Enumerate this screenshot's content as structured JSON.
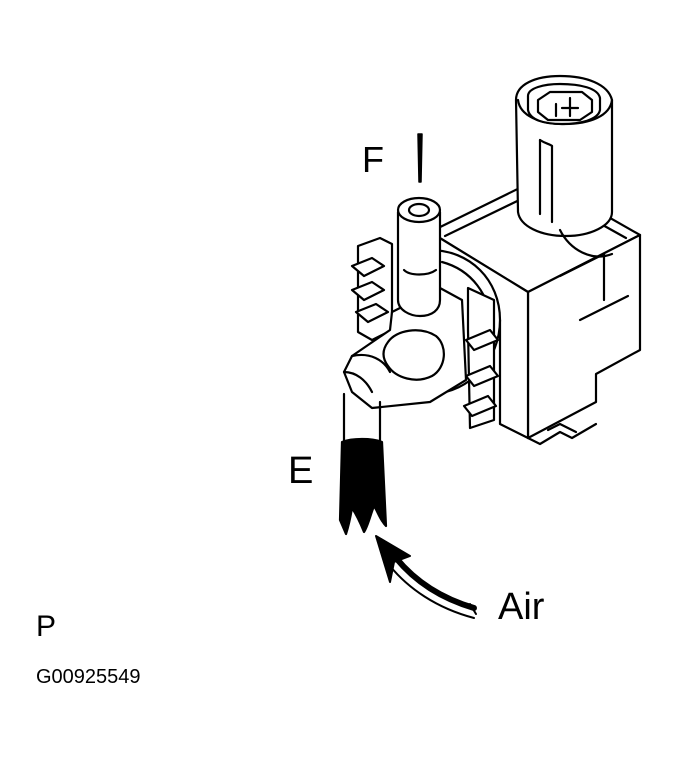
{
  "diagram": {
    "labels": {
      "port_f": "F",
      "port_e": "E",
      "air": "Air",
      "view": "P",
      "figure_code": "G00925549"
    },
    "colors": {
      "line": "#000000",
      "background": "#ffffff"
    }
  }
}
